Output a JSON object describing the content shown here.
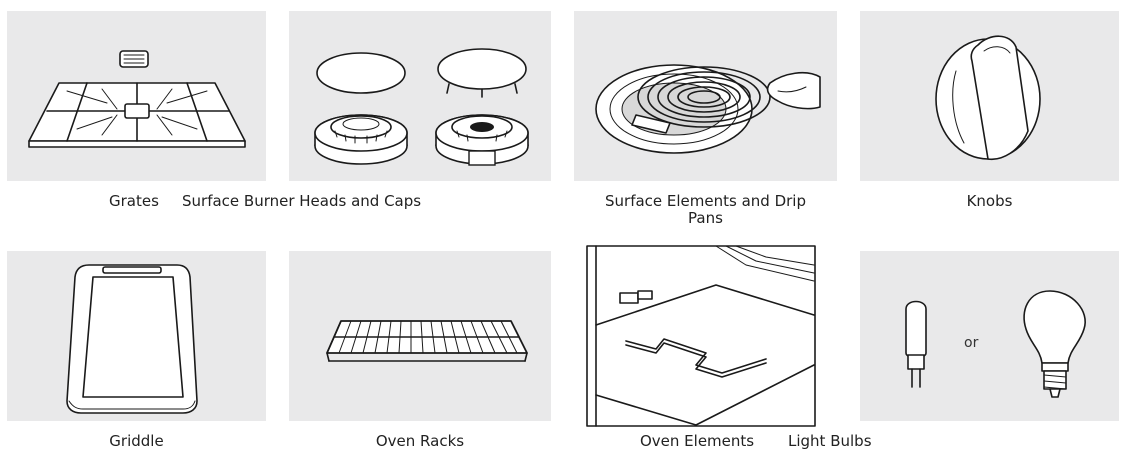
{
  "parts": {
    "grates": "Grates",
    "burner_heads": "Surface Burner Heads and Caps",
    "surface_elements_line1": "Surface Elements and Drip",
    "surface_elements_line2": "Pans",
    "knobs": "Knobs",
    "griddle": "Griddle",
    "oven_racks": "Oven Racks",
    "oven_elements": "Oven Elements",
    "light_bulbs": "Light Bulbs"
  },
  "light_bulbs_or": "or"
}
